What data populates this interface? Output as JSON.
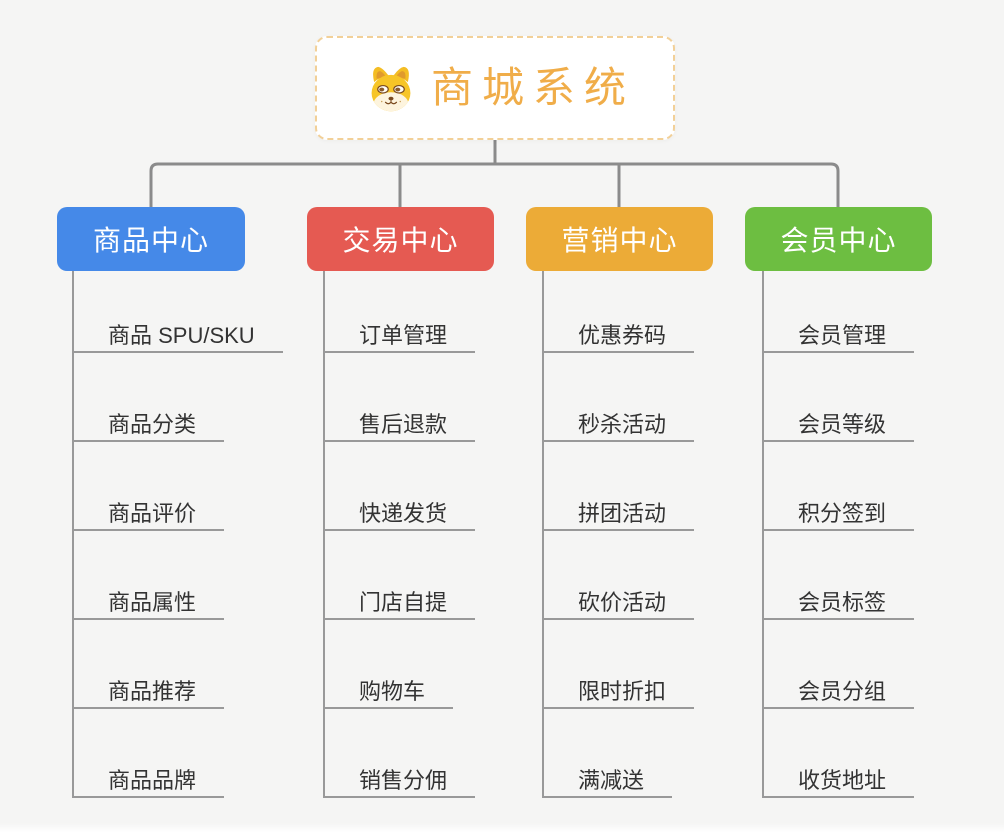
{
  "root": {
    "title": "商城系统",
    "icon": "shiba-dog-icon"
  },
  "branches": [
    {
      "label": "商品中心",
      "color": "#4589e8",
      "children": [
        "商品 SPU/SKU",
        "商品分类",
        "商品评价",
        "商品属性",
        "商品推荐",
        "商品品牌"
      ]
    },
    {
      "label": "交易中心",
      "color": "#e55a52",
      "children": [
        "订单管理",
        "售后退款",
        "快递发货",
        "门店自提",
        "购物车",
        "销售分佣"
      ]
    },
    {
      "label": "营销中心",
      "color": "#ecab37",
      "children": [
        "优惠券码",
        "秒杀活动",
        "拼团活动",
        "砍价活动",
        "限时折扣",
        "满减送"
      ]
    },
    {
      "label": "会员中心",
      "color": "#6dbe41",
      "children": [
        "会员管理",
        "会员等级",
        "积分签到",
        "会员标签",
        "会员分组",
        "收货地址"
      ]
    }
  ],
  "style_colors": {
    "background": "#f5f5f4",
    "connector": "#8b8b8b",
    "underline": "#999999",
    "root_text": "#f0ad49",
    "root_border": "#f2d098",
    "child_text": "#333333"
  }
}
